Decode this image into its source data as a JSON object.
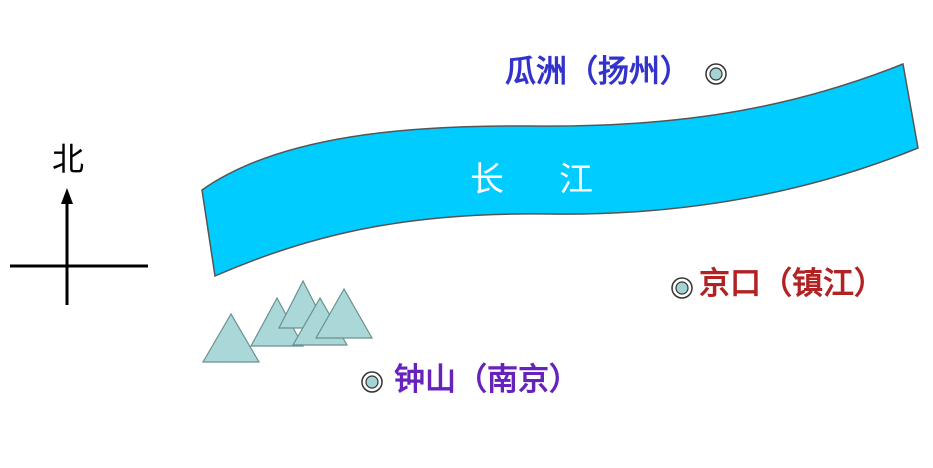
{
  "compass": {
    "north_label": "北"
  },
  "river": {
    "name": "长江"
  },
  "places": {
    "guazhou": {
      "name": "瓜洲（扬州）"
    },
    "jingkou": {
      "name": "京口（镇江）"
    },
    "zhongshan": {
      "name": "钟山（南京）"
    }
  },
  "colors": {
    "river_fill": "#00ccff",
    "mountain_fill": "#aad8d8",
    "marker_fill": "#a3d3d3",
    "guazhou_text": "#3333cc",
    "jingkou_text": "#b22222",
    "zhongshan_text": "#6622bb",
    "river_text": "#ffffff"
  },
  "icons": {
    "place_marker": "circle-target-icon",
    "mountain": "triangle-mountain-icon"
  }
}
